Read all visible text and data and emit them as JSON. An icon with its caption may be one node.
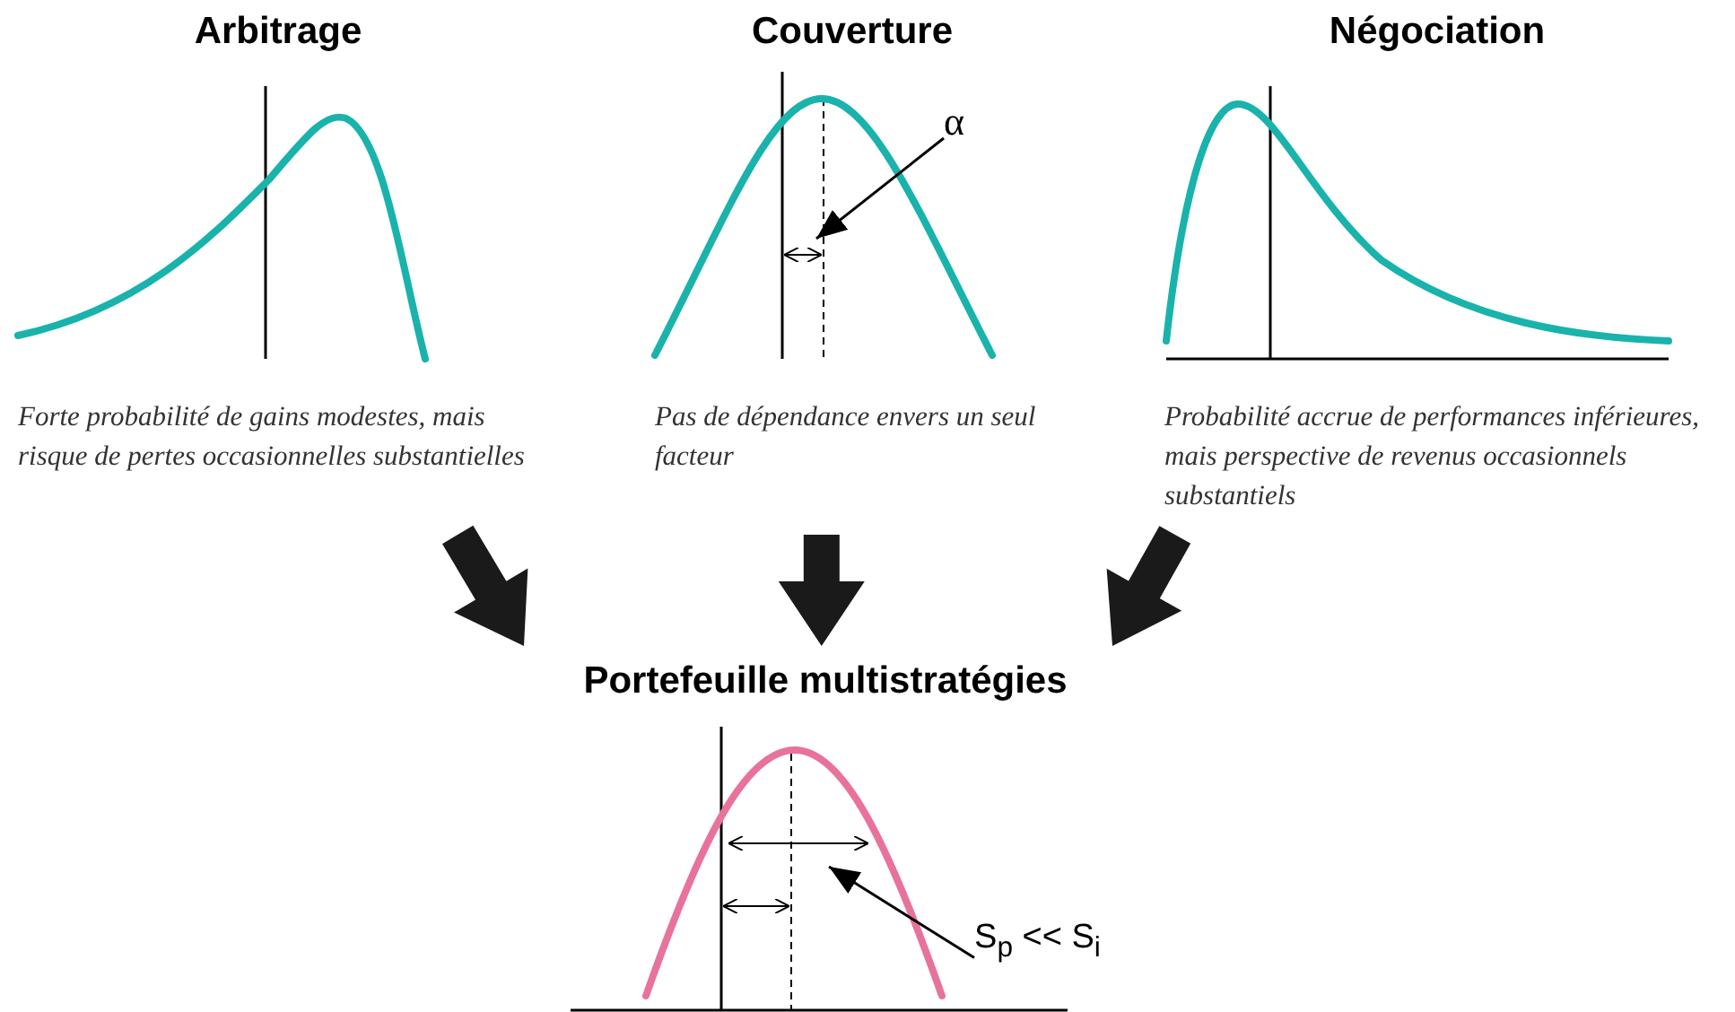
{
  "diagram": {
    "nodes": [
      {
        "text": [
          "Arbitrage"
        ],
        "beside": [
          "Forte probabilité de gains modestes, mais risque de pertes occasionnelles substantielles"
        ]
      },
      {
        "text": [
          "Couverture"
        ],
        "beside": [
          "Pas de dépendance envers un seul facteur"
        ]
      },
      {
        "text": [
          "Négociation"
        ],
        "beside": [
          "Probabilité accrue de performances inférieures, mais perspective de revenus occasionnels substantiels"
        ]
      },
      {
        "text": [
          "Portefeuille multistratégies"
        ]
      },
      {
        "text": [
          "α"
        ],
        "in": 1
      },
      {
        "text": [
          "S$_{p}$ << S$_{i}$"
        ],
        "in": 3
      }
    ],
    "edges": [
      {
        "from": 0,
        "to": 3,
        "arrow": "to",
        "style": "thick"
      },
      {
        "from": 1,
        "to": 3,
        "arrow": "to",
        "style": "thick"
      },
      {
        "from": 2,
        "to": 3,
        "arrow": "to",
        "style": "thick"
      },
      {
        "from": 4,
        "to": null,
        "arrow": "to"
      },
      {
        "from": 5,
        "to": null,
        "arrow": "to"
      }
    ]
  }
}
